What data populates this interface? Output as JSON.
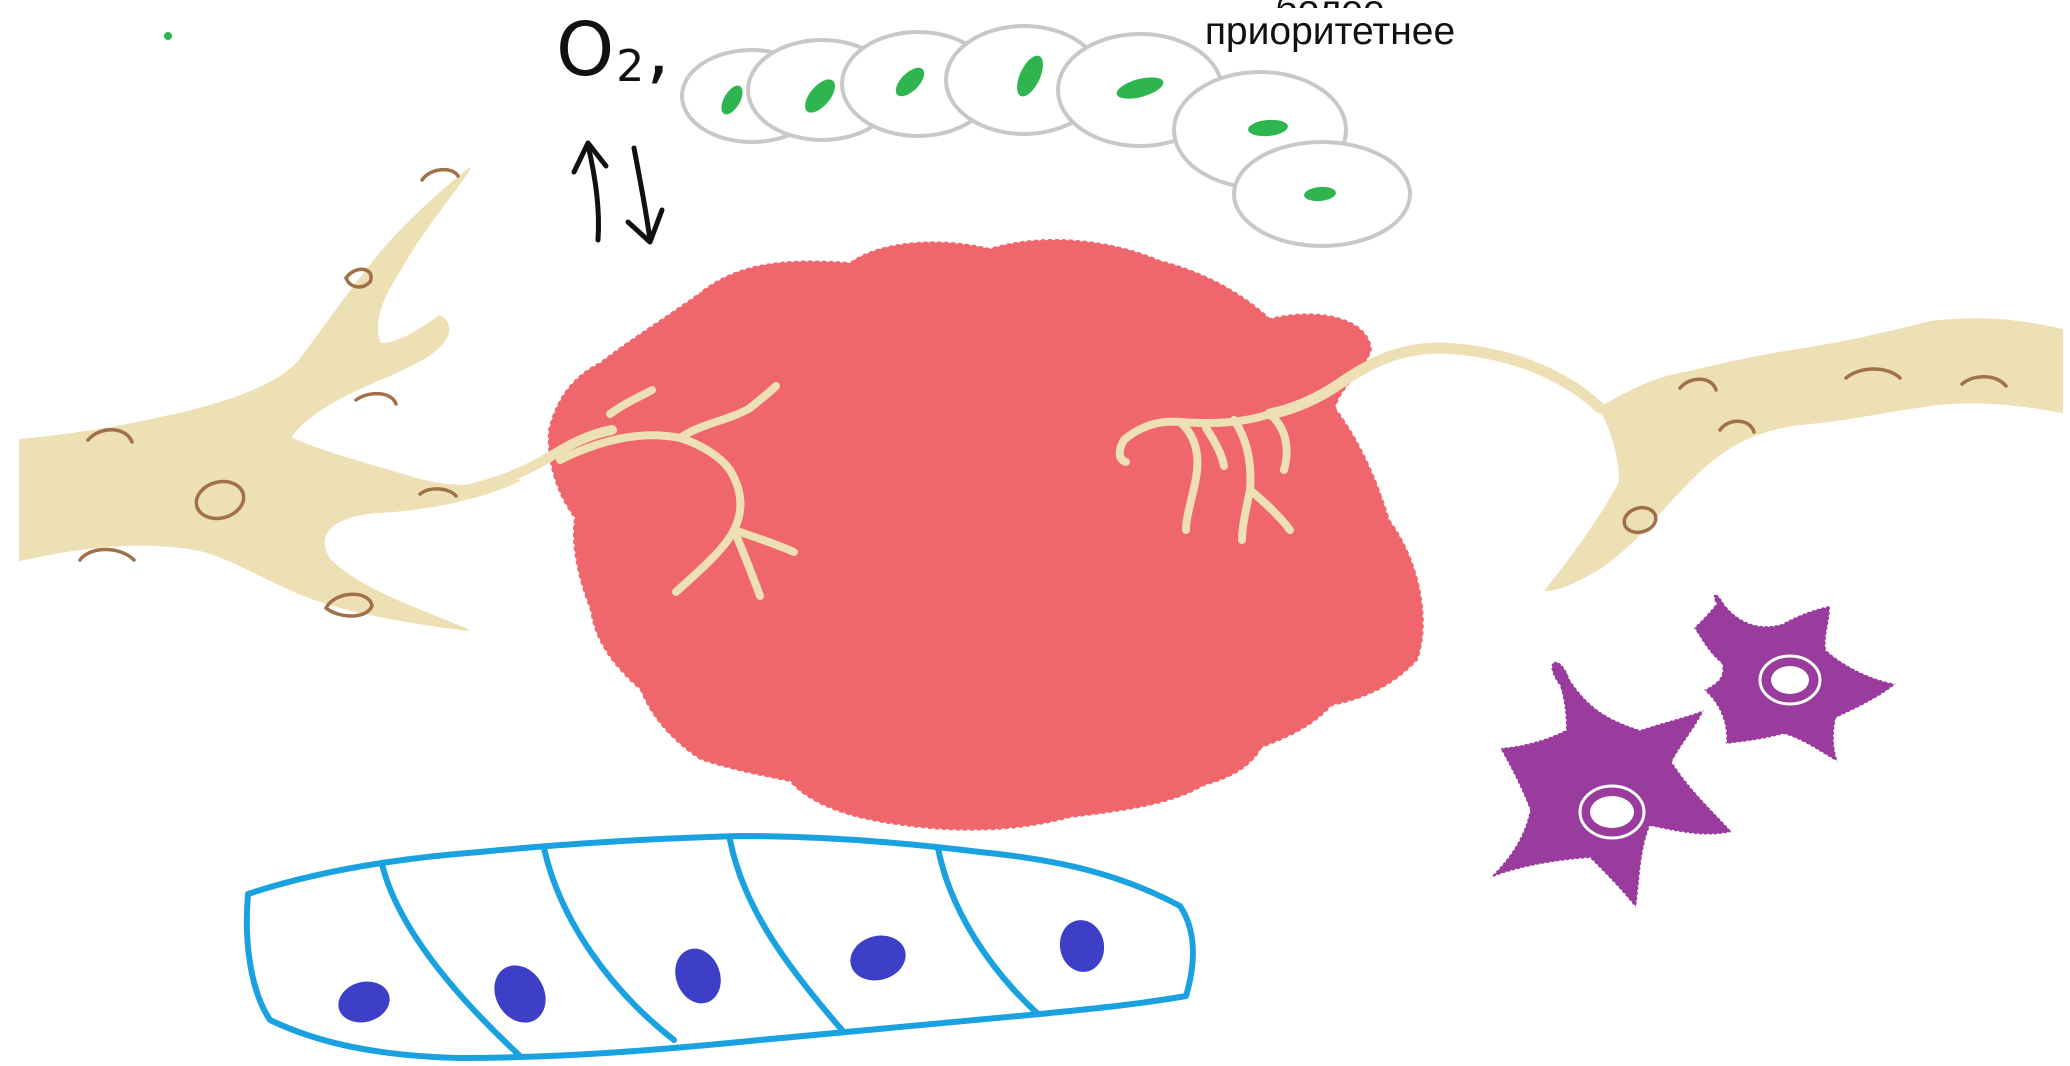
{
  "caption": {
    "line1": "более",
    "line2": "приоритетнее"
  },
  "o2_label": {
    "main": "O",
    "sub": "2",
    "suffix": ","
  },
  "colors": {
    "tissue": "#ef666c",
    "nerve": "#ede0b5",
    "nerve_outline": "#a07048",
    "muscle_outline": "#1aa2e0",
    "muscle_nucleus": "#3d3fc7",
    "epithelium_outline": "#c8c8c8",
    "epithelium_nucleus": "#2fb550",
    "star_cell": "#9a3b9e",
    "ink": "#111111"
  }
}
